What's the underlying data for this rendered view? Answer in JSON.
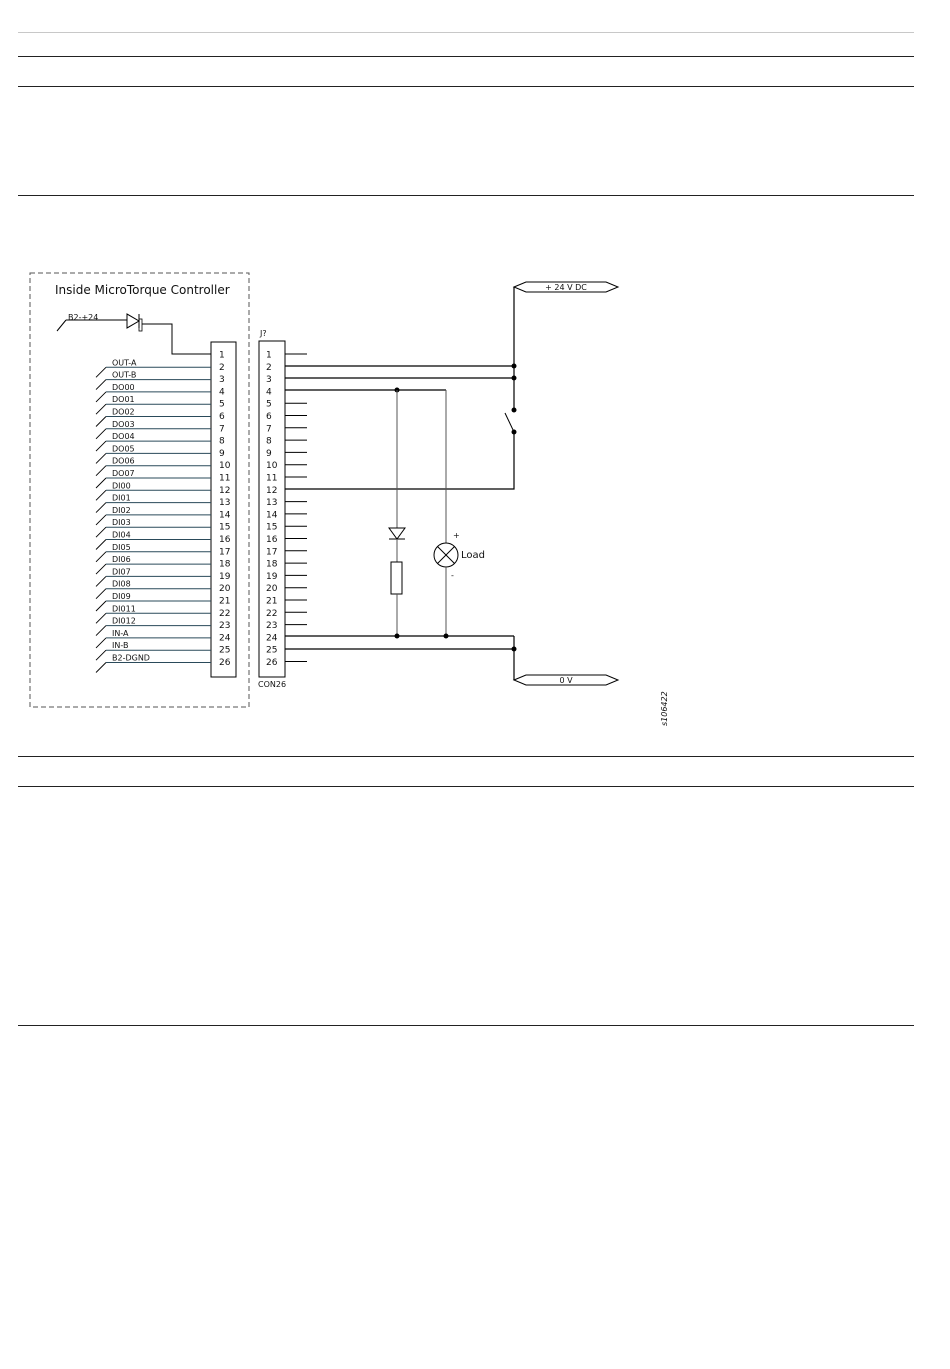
{
  "diagram": {
    "controller_title": "Inside MicroTorque Controller",
    "supply_label": "B2-+24",
    "controller_signals": [
      "",
      "OUT-A",
      "OUT-B",
      "DO00",
      "DO01",
      "DO02",
      "DO03",
      "DO04",
      "DO05",
      "DO06",
      "DO07",
      "DI00",
      "DI01",
      "DI02",
      "DI03",
      "DI04",
      "DI05",
      "DI06",
      "DI07",
      "DI08",
      "DI09",
      "DI011",
      "DI012",
      "IN-A",
      "IN-B",
      "B2-DGND"
    ],
    "pin_numbers": [
      "1",
      "2",
      "3",
      "4",
      "5",
      "6",
      "7",
      "8",
      "9",
      "10",
      "11",
      "12",
      "13",
      "14",
      "15",
      "16",
      "17",
      "18",
      "19",
      "20",
      "21",
      "22",
      "23",
      "24",
      "25",
      "26"
    ],
    "connector_ref": "J?",
    "connector_name": "CON26",
    "supply_top": "+ 24 V DC",
    "supply_bottom": "0 V",
    "load_label": "Load",
    "load_plus": "+",
    "load_minus": "-",
    "figure_id": "s106422"
  }
}
